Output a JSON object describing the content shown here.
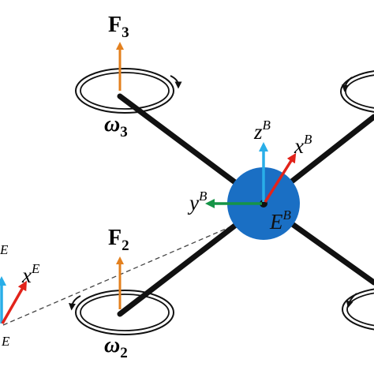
{
  "colors": {
    "background": "#ffffff",
    "arms": "#111111",
    "hub": "#1a6fc4",
    "thrust_arrow": "#e3801e",
    "z_axis": "#29aee8",
    "x_axis": "#e2231a",
    "y_axis": "#159447",
    "dashed_link": "#444444"
  },
  "labels": {
    "thrust_3": {
      "main": "F",
      "sub": "3"
    },
    "thrust_2": {
      "main": "F",
      "sub": "2"
    },
    "omega_3": {
      "main": "ω",
      "sub": "3"
    },
    "omega_2": {
      "main": "ω",
      "sub": "2"
    },
    "body_z": {
      "main": "z",
      "sup": "B"
    },
    "body_x": {
      "main": "x",
      "sup": "B"
    },
    "body_y": {
      "main": "y",
      "sup": "B"
    },
    "body_origin": {
      "main": "E",
      "sup": "B"
    },
    "earth_x": {
      "main": "x",
      "sup": "E"
    },
    "earth_z_sup": "E",
    "earth_origin_sub": "E"
  },
  "icons": [
    "rotor-3-rotation-icon",
    "rotor-2-rotation-icon",
    "rotor-1-rotation-icon",
    "rotor-4-rotation-icon"
  ]
}
